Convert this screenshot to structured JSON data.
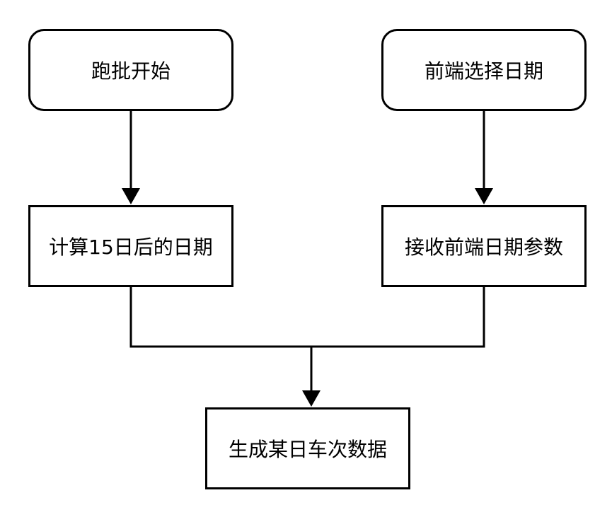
{
  "nodes": {
    "batch_start": "跑批开始",
    "frontend_select_date": "前端选择日期",
    "calc_date": "计算15日后的日期",
    "receive_param": "接收前端日期参数",
    "generate_data": "生成某日车次数据"
  },
  "colors": {
    "stroke": "#000000",
    "fill": "#ffffff"
  }
}
